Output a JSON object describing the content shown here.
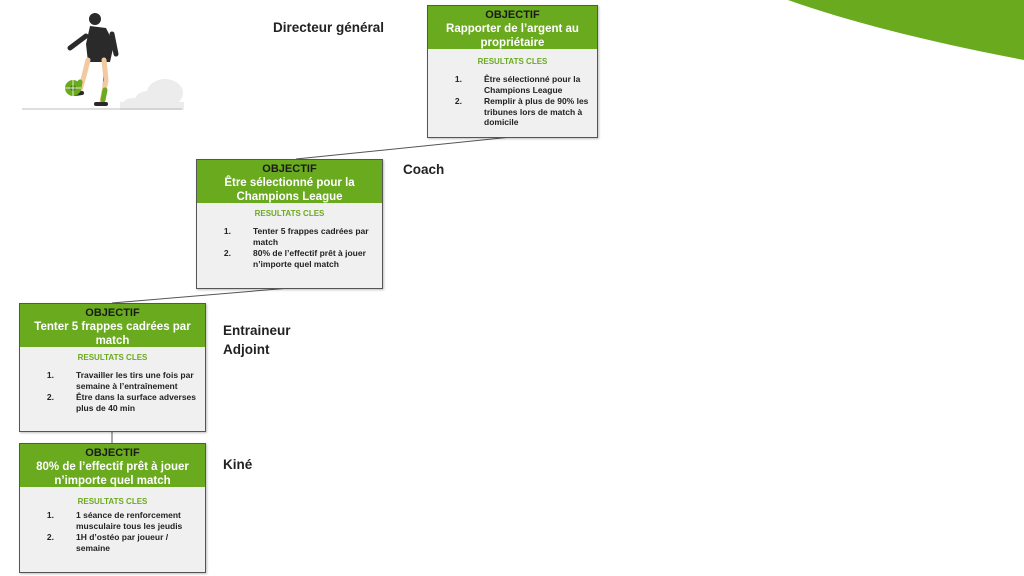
{
  "roles": {
    "directeur": "Directeur général",
    "coach": "Coach",
    "entraineur_line1": "Entraineur",
    "entraineur_line2": "Adjoint",
    "kine": "Kiné"
  },
  "cards": [
    {
      "title": "OBJECTIF",
      "objective": "Rapporter de l’argent au propriétaire",
      "results_label": "RESULTATS CLES",
      "results": [
        {
          "num": "1.",
          "text": "Être sélectionné pour la Champions League"
        },
        {
          "num": "2.",
          "text": "Remplir à plus de 90% les tribunes lors de match à domicile"
        }
      ]
    },
    {
      "title": "OBJECTIF",
      "objective": "Être sélectionné pour la Champions League",
      "results_label": "RESULTATS CLES",
      "results": [
        {
          "num": "1.",
          "text": "Tenter 5 frappes cadrées par match"
        },
        {
          "num": "2.",
          "text": "80% de l’effectif prêt à jouer n’importe quel match"
        }
      ]
    },
    {
      "title": "OBJECTIF",
      "objective": "Tenter 5 frappes cadrées par match",
      "results_label": "RESULTATS CLES",
      "results": [
        {
          "num": "1.",
          "text": "Travailler les tirs une fois par semaine à l’entraînement"
        },
        {
          "num": "2.",
          "text": "Être dans la surface adverses plus de 40 min"
        }
      ]
    },
    {
      "title": "OBJECTIF",
      "objective": "80% de l’effectif prêt à jouer n’importe quel match",
      "results_label": "RESULTATS CLES",
      "results": [
        {
          "num": "1.",
          "text": "1 séance de renforcement musculaire tous les jeudis"
        },
        {
          "num": "2.",
          "text": "1H  d’ostéo par  joueur / semaine"
        }
      ]
    }
  ],
  "colors": {
    "accent": "#6aaa1e",
    "card_bg": "#f0f0f0"
  },
  "icons": {
    "illustration": "football-player-illustration",
    "decoration": "green-corner-blob"
  }
}
